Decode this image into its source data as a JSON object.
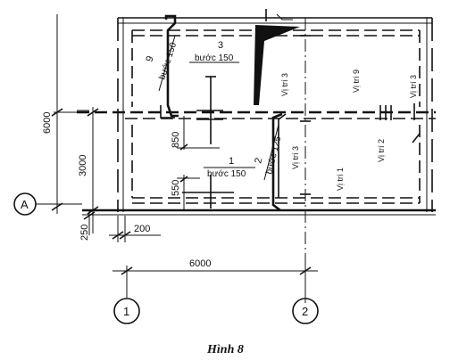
{
  "dims": {
    "height_6000": "6000",
    "height_3000": "3000",
    "offset_250": "250",
    "offset_200": "200",
    "width_6000": "6000",
    "dim_850": "850",
    "dim_550": "550"
  },
  "bars": {
    "bar9_num": "9",
    "bar9_spacing": "bước 150",
    "bar3_num": "3",
    "bar3_spacing": "bước 150",
    "bar1_num": "1",
    "bar1_spacing": "bước 150",
    "bar2_num": "2",
    "bar2_spacing": "bước 125"
  },
  "positions": {
    "p3_a": "Vị trí 3",
    "p9": "Vị trí 9",
    "p3_b": "Vị trí 3",
    "p3_c": "Vị trí 3",
    "p2": "Vị trí 2",
    "p1": "Vị trí 1"
  },
  "axes": {
    "axis_a": "A",
    "axis_1": "1",
    "axis_2": "2"
  },
  "caption": "Hình 8"
}
